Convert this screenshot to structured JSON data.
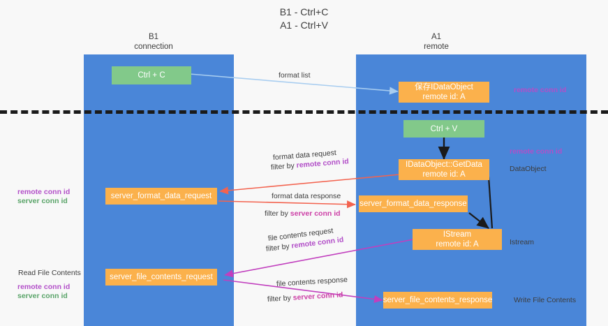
{
  "title": "B1 - Ctrl+C\nA1 - Ctrl+V",
  "columns": [
    {
      "name": "b1",
      "heading": "B1\nconnection"
    },
    {
      "name": "a1",
      "heading": "A1\nremote"
    }
  ],
  "colors": {
    "lane": "#4a86d8",
    "box_orange": "#fbb14c",
    "box_green": "#82c98a",
    "arrow_blue": "#a8cdf0",
    "arrow_red": "#f3634f",
    "arrow_magenta": "#c13fbe",
    "arrow_black": "#1a1a1a",
    "highlight_purple": "#b24fc8",
    "highlight_green": "#5aa469",
    "highlight_magenta": "#cc3fa6",
    "divider": "#1a1a1a"
  },
  "boxes": {
    "ctrl_c": {
      "line1": "Ctrl + C",
      "line2": ""
    },
    "save_idataobject": {
      "line1": "保存IDataObject",
      "line2": "remote id: A"
    },
    "ctrl_v": {
      "line1": "Ctrl + V",
      "line2": ""
    },
    "getdata": {
      "line1": "IDataObject::GetData",
      "line2": "remote id: A"
    },
    "fmt_req": {
      "line1": "server_format_data_request",
      "line2": ""
    },
    "fmt_resp": {
      "line1": "server_format_data_response",
      "line2": ""
    },
    "istream": {
      "line1": "IStream",
      "line2": "remote id: A"
    },
    "file_req": {
      "line1": "server_file_contents_request",
      "line2": ""
    },
    "file_resp": {
      "line1": "server_file_contents_response",
      "line2": ""
    }
  },
  "edge_labels": {
    "format_list": {
      "text": "format list"
    },
    "fmt_req_top": {
      "text": "format data request"
    },
    "fmt_req_filter": {
      "prefix": "filter by ",
      "highlight": "remote conn id"
    },
    "fmt_resp_top": {
      "text": "format data response"
    },
    "fmt_resp_filter": {
      "prefix": "filter by ",
      "highlight": "server conn id"
    },
    "file_req_top": {
      "text": "file contents request"
    },
    "file_req_filter": {
      "prefix": "filter by ",
      "highlight": "remote conn id"
    },
    "file_resp_top": {
      "text": "file contents response"
    },
    "file_resp_filter": {
      "prefix": "filter by ",
      "highlight": "server conn id"
    }
  },
  "side_labels": {
    "right_remote_conn_top": "remote conn id",
    "right_remote_conn_mid": "remote conn id",
    "right_dataobject": "DataObject",
    "right_istream": "Istream",
    "right_write_file": "Write File Contents",
    "left_remote_conn_1": "remote conn id",
    "left_server_conn_1": "server conn id",
    "left_read_file": "Read File Contents",
    "left_remote_conn_2": "remote conn id",
    "left_server_conn_2": "server conn id"
  }
}
